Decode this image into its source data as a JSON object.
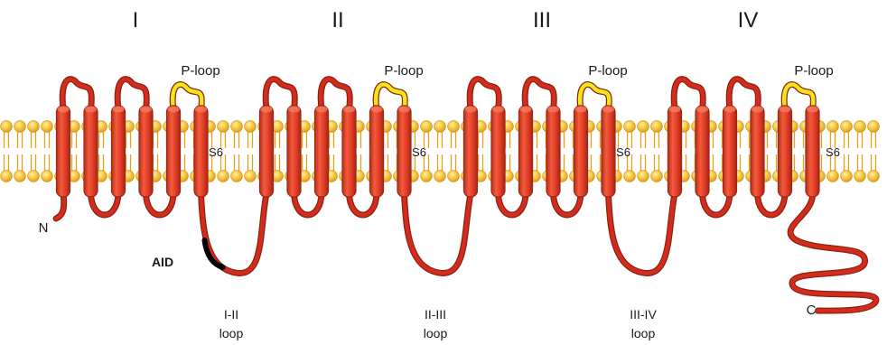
{
  "domains": [
    {
      "numeral": "I",
      "p_loop_label": "P-loop",
      "s6_label": "S6"
    },
    {
      "numeral": "II",
      "p_loop_label": "P-loop",
      "s6_label": "S6"
    },
    {
      "numeral": "III",
      "p_loop_label": "P-loop",
      "s6_label": "S6"
    },
    {
      "numeral": "IV",
      "p_loop_label": "P-loop",
      "s6_label": "S6"
    }
  ],
  "termini": {
    "n": "N",
    "c": "C"
  },
  "aid_label": "AID",
  "loops": [
    {
      "name": "I-II",
      "word": "loop"
    },
    {
      "name": "II-III",
      "word": "loop"
    },
    {
      "name": "III-IV",
      "word": "loop"
    }
  ],
  "colors": {
    "helix": "#e8432b",
    "helix_edge": "#9e2414",
    "chain": "#d42c1c",
    "p_loop": "#f2e51b",
    "aid": "#000000",
    "lipid_head": "#f6c33a",
    "lipid_tail": "#e7a21c"
  }
}
